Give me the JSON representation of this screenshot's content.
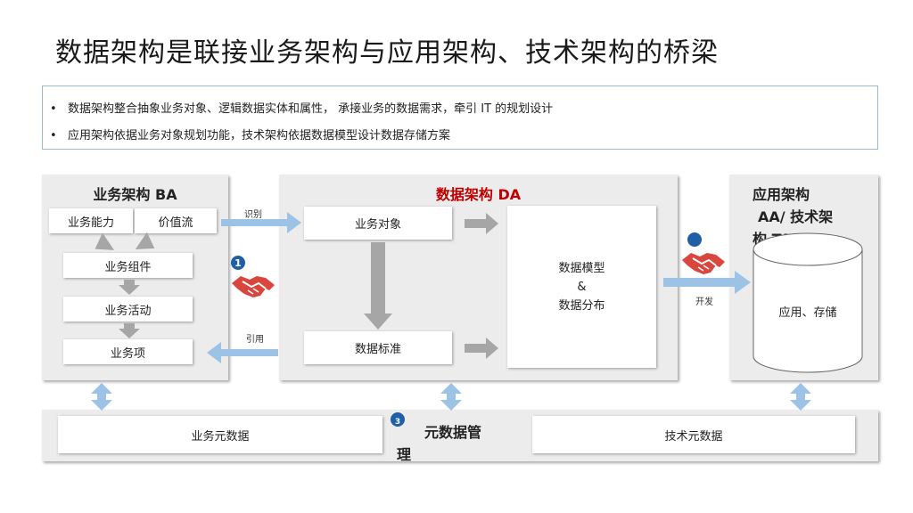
{
  "title": "数据架构是联接业务架构与应用架构、技术架构的桥梁",
  "bullets": [
    "数据架构整合抽象业务对象、逻辑数据实体和属性， 承接业务的数据需求，牵引 IT 的规划设计",
    "应用架构依据业务对象规划功能，技术架构依据数据模型设计数据存储方案"
  ],
  "bullet_marker": "•",
  "ba": {
    "title": "业务架构 BA",
    "capability": "业务能力",
    "value_stream": "价值流",
    "component": "业务组件",
    "activity": "业务活动",
    "item": "业务项"
  },
  "da": {
    "title": "数据架构 DA",
    "business_object": "业务对象",
    "data_standard": "数据标准",
    "model_line1": "数据模型",
    "model_line2": "&",
    "model_line3": "数据分布"
  },
  "ta": {
    "title_line1": "应用架构",
    "title_line2": "AA/  技术架",
    "title_line3": "构 TA",
    "storage": "应用、存储"
  },
  "labels": {
    "identify": "识别",
    "reference": "引用",
    "develop": "开发"
  },
  "badges": {
    "one": "1",
    "three": "3"
  },
  "meta": {
    "title_line1": "元数据管",
    "title_line2": "理",
    "business_metadata": "业务元数据",
    "tech_metadata": "技术元数据"
  },
  "colors": {
    "da_title": "#c00000",
    "arrow_blue": "#9cc3e6",
    "arrow_gray": "#a6a6a6",
    "badge_blue": "#1f5fa8",
    "handshake_red": "#d9463e"
  }
}
